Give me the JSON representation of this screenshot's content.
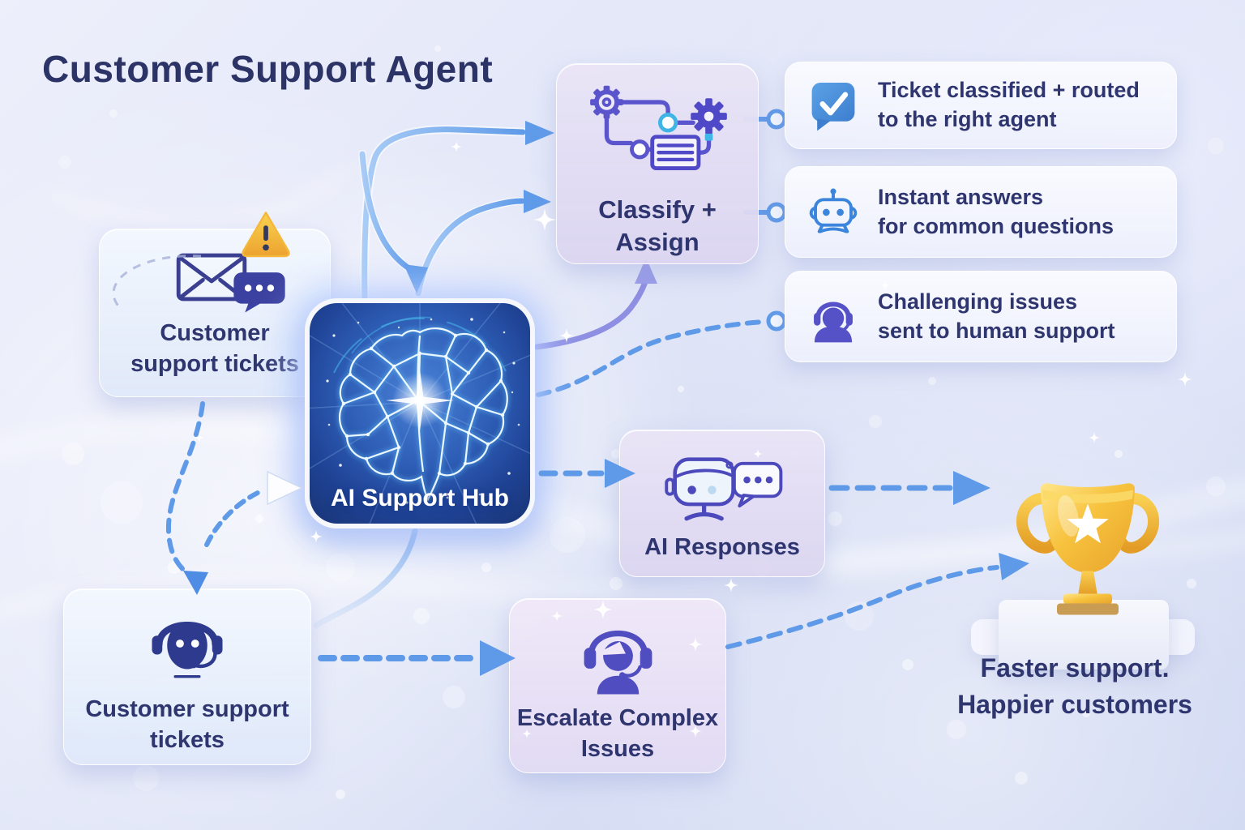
{
  "title": "Customer Support Agent",
  "nodes": {
    "tickets_top": {
      "line1": "Customer",
      "line2": "support tickets",
      "icons": [
        "envelope-icon",
        "chat-dots-icon",
        "warning-icon"
      ]
    },
    "classify": {
      "line1": "Classify +",
      "line2": "Assign",
      "icon": "workflow-gears-icon"
    },
    "ai_hub": {
      "label": "AI Support Hub",
      "icon": "glowing-brain-image"
    },
    "ai_responses": {
      "label": "AI Responses",
      "icon": "robot-chat-icon"
    },
    "tickets_bottom": {
      "line1": "Customer support",
      "line2": "tickets",
      "icon": "headset-face-icon"
    },
    "escalate": {
      "line1": "Escalate Complex",
      "line2": "Issues",
      "icon": "agent-headset-icon"
    }
  },
  "outcomes": [
    {
      "line1": "Ticket classified + routed",
      "line2": "to the right agent",
      "icon": "check-bubble-icon"
    },
    {
      "line1": "Instant answers",
      "line2": "for common questions",
      "icon": "robot-icon"
    },
    {
      "line1": "Challenging issues",
      "line2": "sent to human support",
      "icon": "human-headset-icon"
    }
  ],
  "result": {
    "line1": "Faster support.",
    "line2": "Happier customers",
    "icon": "trophy-graphic"
  },
  "colors": {
    "navy_text": "#2e356f",
    "arrow_blue": "#5e9ce9",
    "icon_purple": "#5450c2",
    "icon_blue": "#3c85dc",
    "check_bubble_blue": "#4a93dd",
    "warning_yellow": "#f6c243",
    "trophy_gold": "#f2b732",
    "hub_blue": "#2d5cb4"
  }
}
